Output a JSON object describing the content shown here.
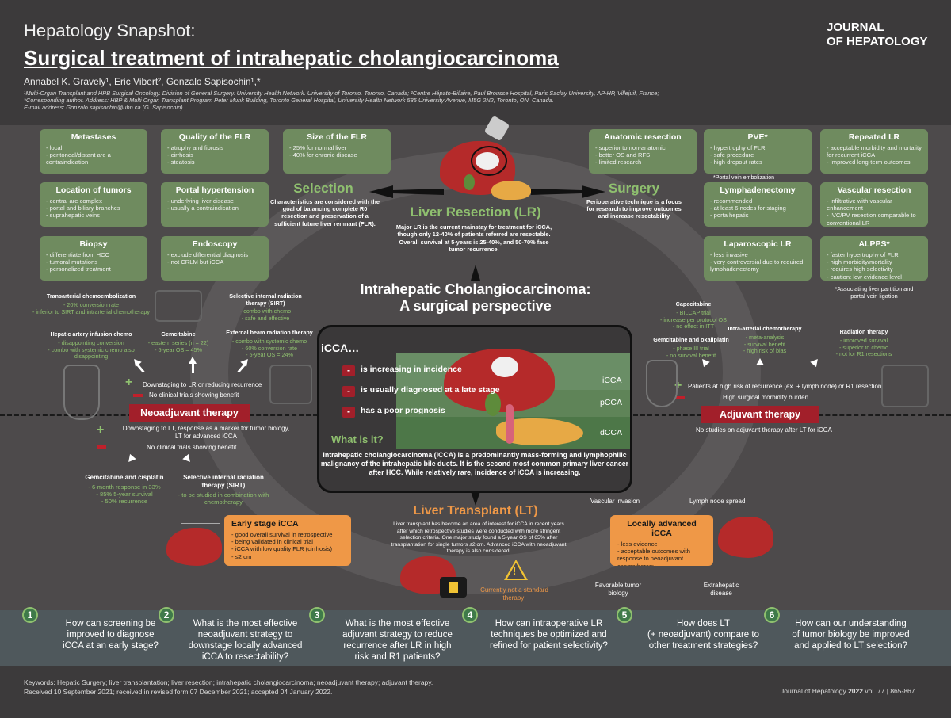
{
  "header": {
    "snapshot_label": "Hepatology Snapshot:",
    "title": "Surgical treatment of intrahepatic cholangiocarcinoma",
    "authors": "Annabel K. Gravely¹, Eric Vibert², Gonzalo Sapisochin¹,*",
    "affiliation_1": "¹Multi-Organ Transplant and HPB Surgical Oncology. Division of General Surgery. University Health Network. University of Toronto. Toronto, Canada; ²Centre Hépato-Biliaire, Paul Brousse Hospital, Paris Saclay University, AP-HP, Villejuif, France;",
    "affiliation_2": "*Corresponding author. Address: HBP & Multi Organ Transplant Program Peter Munk Building, Toronto General Hospital, University Health Network 585 University Avenue, M5G 2N2, Toronto, ON, Canada.",
    "affiliation_3": "E-mail address: Gonzalo.sapisochin@uhn.ca (G. Sapisochin).",
    "journal_line1": "JOURNAL",
    "journal_line2": "OF HEPATOLOGY"
  },
  "selection": {
    "title": "Selection",
    "text": "Characteristics are considered with the goal of balancing complete R0 resection and preservation of a sufficient future liver remnant (FLR).",
    "boxes": [
      {
        "title": "Metastases",
        "items": [
          "local",
          "peritoneal/distant are a contraindication"
        ]
      },
      {
        "title": "Quality of the FLR",
        "items": [
          "atrophy and fibrosis",
          "cirrhosis",
          "steatosis"
        ]
      },
      {
        "title": "Size of the FLR",
        "items": [
          "25%  for normal liver",
          "40% for chronic disease"
        ]
      },
      {
        "title": "Location of tumors",
        "items": [
          "central are complex",
          "portal and biliary branches",
          "suprahepatic veins"
        ]
      },
      {
        "title": "Portal hypertension",
        "items": [
          "underlying liver disease",
          "usually a contraindication"
        ]
      },
      {
        "title": "Biopsy",
        "items": [
          "differentiate from HCC",
          "tumoral mutations",
          "personalized treatment"
        ]
      },
      {
        "title": "Endoscopy",
        "items": [
          "exclude differential diagnosis",
          "not CRLM but iCCA"
        ]
      }
    ]
  },
  "surgery": {
    "title": "Surgery",
    "text": "Perioperative technique is a focus for research to improve outcomes and increase resectability",
    "boxes": [
      {
        "title": "Anatomic resection",
        "items": [
          "superior to non-anatomic",
          "better OS and RFS",
          "limited research"
        ]
      },
      {
        "title": "PVE*",
        "items": [
          "hypertrophy of FLR",
          "safe procedure",
          "high dropout rates"
        ]
      },
      {
        "title": "Repeated LR",
        "items": [
          "acceptable morbidity and mortality for recurrent iCCA",
          "Improved long-term outcomes"
        ]
      },
      {
        "title": "Lymphadenectomy",
        "items": [
          "recommended",
          "at least 6 nodes for staging",
          "porta hepatis"
        ]
      },
      {
        "title": "Vascular resection",
        "items": [
          "infiltrative with vascular enhancement",
          "IVC/PV resection comparable to conventional LR"
        ]
      },
      {
        "title": "Laparoscopic LR",
        "items": [
          "less invasive",
          "very controversial due to required lymphadenectomy"
        ]
      },
      {
        "title": "ALPPS*",
        "items": [
          "faster hypertrophy of FLR",
          "high morbidity/mortality",
          "requires high selectivity",
          "caution: low evidence level"
        ]
      }
    ],
    "pve_note": "*Portal vein embolization",
    "alpps_note_1": "*Associating liver partition and",
    "alpps_note_2": "portal vein ligation"
  },
  "liver_resection": {
    "title": "Liver Resection (LR)",
    "text": "Major LR  is the current mainstay for treatment for iCCA, though only 12-40% of patients referred are resectable. Overall survival at 5-years is 25-40%, and 50-70% face tumor recurrence."
  },
  "center": {
    "perspective_1": "Intrahepatic Cholangiocarcinoma:",
    "perspective_2": "A surgical perspective",
    "icca_title": "iCCA…",
    "bullet_mark": "-",
    "bullets": [
      "is increasing in incidence",
      "is usually diagnosed at a late stage",
      "has a poor prognosis"
    ],
    "bands": [
      "iCCA",
      "pCCA",
      "dCCA"
    ],
    "what_title": "What is it?",
    "what_text": "Intrahepatic cholangiocarcinoma (iCCA) is a predominantly mass-forming and lymphophilic malignancy of the intrahepatic bile ducts. It is the second most common primary liver cancer after HCC. While relatively rare, incidence of iCCA is increasing."
  },
  "neoadjuvant": {
    "banner": "Neoadjuvant therapy",
    "plus_mark": "+",
    "tace": {
      "title": "Transarterial chemoembolization",
      "details": [
        "- 20% conversion rate",
        "- inferior to SIRT and intrarterial chemotherapy"
      ]
    },
    "haic": {
      "title": "Hepatic artery infusion chemo",
      "details": [
        "- disappointing conversion",
        "- combo with systemic chemo also disappointing"
      ]
    },
    "gemcitabine": {
      "title": "Gemcitabine",
      "details": [
        "- eastern series (n = 22)",
        "- 5-year OS = 45%"
      ]
    },
    "sirt": {
      "title": "Selective internal radiation therapy (SIRT)",
      "details": [
        "- combo with chemo",
        "- safe and effective"
      ]
    },
    "ebrt": {
      "title": "External beam radiation therapy",
      "details": [
        "- combo with systemic chemo",
        "- 60% conversion rate",
        "- 5-year OS = 24%"
      ]
    },
    "plus_text": "Downstaging to LR or reducing recurrence",
    "minus_text": "No clinical trials showing benefit",
    "lt_plus_1": "Downstaging to LT, response as a marker  for tumor biology,",
    "lt_plus_2": "LT for advanced iCCA",
    "lt_minus": "No clinical trials showing benefit",
    "gem_cis": {
      "title": "Gemcitabine and cisplatin",
      "details": [
        "- 6-month response in 33%",
        "- 85% 5-year survival",
        "- 50% recurrence"
      ]
    },
    "sirt_lt": {
      "title": "Selective internal radiation therapy (SIRT)",
      "details": [
        "- to be studied in combination with chemotherapy"
      ]
    }
  },
  "adjuvant": {
    "banner": "Adjuvant therapy",
    "capecitabine": {
      "title": "Capecitabine",
      "details": [
        "- BILCAP trial",
        "- increase per protocol OS",
        "- no effect in ITT"
      ]
    },
    "intra_arterial": {
      "title": "Intra-arterial chemotherapy",
      "details": [
        "- meta-analysis",
        "- survival benefit",
        "- high risk of bias"
      ]
    },
    "gem_ox": {
      "title": "Gemcitabine and oxaliplatin",
      "details": [
        "- phase III trial",
        "- no survival benefit"
      ]
    },
    "radiation": {
      "title": "Radiation therapy",
      "details": [
        "- improved survival",
        "- superior to chemo",
        "- not for R1 resections"
      ]
    },
    "plus_text": "Patients at high risk of recurrence  (ex. + lymph node) or R1 resection",
    "minus_text": "High surgical morbidity burden",
    "lt_note": "No studies on adjuvant therapy after LT for iCCA"
  },
  "liver_transplant": {
    "title": "Liver Transplant (LT)",
    "text": "Liver transplant has become an area of interest for iCCA in recent years after which retrospective studies were conducted with  more stringent selection criteria. One major study found a 5-year OS of 65% after transplantation for single tumors ≤2 cm. Advanced iCCA with neoadjuvant therapy is also considered.",
    "warning_mark": "!",
    "warning_1": "Currently not a standard",
    "warning_2": "therapy!",
    "early": {
      "title": "Early stage iCCA",
      "items": [
        "good overall survival in retrospective",
        "being validated in clinical trial",
        "iCCA with low quality FLR (cirrhosis)",
        "≤2 cm"
      ]
    },
    "advanced": {
      "title": "Locally advanced iCCA",
      "items": [
        "less evidence",
        "acceptable outcomes with response to neoadjuvant chemotherapy"
      ]
    },
    "vascular_invasion": "Vascular invasion",
    "lymph_spread": "Lymph node spread",
    "favorable_1": "Favorable tumor",
    "favorable_2": "biology",
    "extrahepatic_1": "Extrahepatic",
    "extrahepatic_2": "disease"
  },
  "questions": [
    {
      "num": "1",
      "lines": [
        "How can screening be",
        "improved to diagnose",
        "iCCA at an early stage?"
      ]
    },
    {
      "num": "2",
      "lines": [
        "What is the most effective",
        "neoadjuvant strategy to",
        "downstage locally advanced",
        "iCCA to resectability?"
      ]
    },
    {
      "num": "3",
      "lines": [
        "What is the most effective",
        "adjuvant strategy to reduce",
        "recurrence after LR in high",
        "risk and R1 patients?"
      ]
    },
    {
      "num": "4",
      "lines": [
        "How can intraoperative LR",
        "techniques be optimized and",
        "refined for patient selectivity?"
      ]
    },
    {
      "num": "5",
      "lines": [
        "How does LT",
        "(+ neoadjuvant) compare to",
        "other treatment strategies?"
      ]
    },
    {
      "num": "6",
      "lines": [
        "How can our understanding",
        "of tumor biology be improved",
        "and applied to LT selection?"
      ]
    }
  ],
  "footer": {
    "keywords": "Keywords: Hepatic Surgery; liver transplantation; liver resection; intrahepatic cholangiocarcinoma; neoadjuvant therapy; adjuvant therapy.",
    "received": "Received 10 September 2021; received in revised form 07 December 2021; accepted 04 January 2022.",
    "citation_prefix": "Journal of Hepatology ",
    "citation_year": "2022",
    "citation_suffix": " vol. 77 | 865-867"
  },
  "colors": {
    "green_box": "#6f8b5f",
    "orange_box": "#ef9847",
    "red_banner": "#a21f2a",
    "accent_green": "#8fc06f",
    "background": "#3c3a3b"
  }
}
